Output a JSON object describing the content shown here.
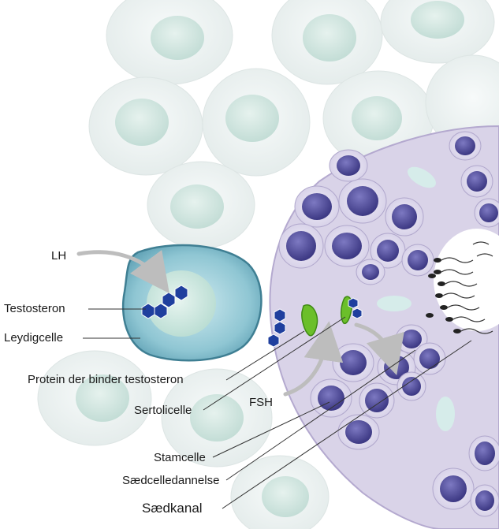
{
  "labels": {
    "lh": "LH",
    "testosteron": "Testosteron",
    "leydigcelle": "Leydigcelle",
    "protein": "Protein der binder testosteron",
    "sertolicelle": "Sertolicelle",
    "fsh": "FSH",
    "stamcelle": "Stamcelle",
    "saedcelledannelse": "Sædcelledannelse",
    "saedkanal": "Sædkanal"
  },
  "colors": {
    "background_cell_fill": "#eef3f2",
    "background_cell_nucleus": "#d2e6e1",
    "leydig_cell_fill": "#8fc6d3",
    "leydig_cell_border": "#3f7f93",
    "tubule_fill": "#d9d3e8",
    "tubule_border": "#b4a9cf",
    "germ_cell_nucleus": "#4a4694",
    "hormone_hexagon": "#1f3f9e",
    "binding_protein": "#6bbf2a",
    "arrow_grey": "#bdbdbd"
  }
}
